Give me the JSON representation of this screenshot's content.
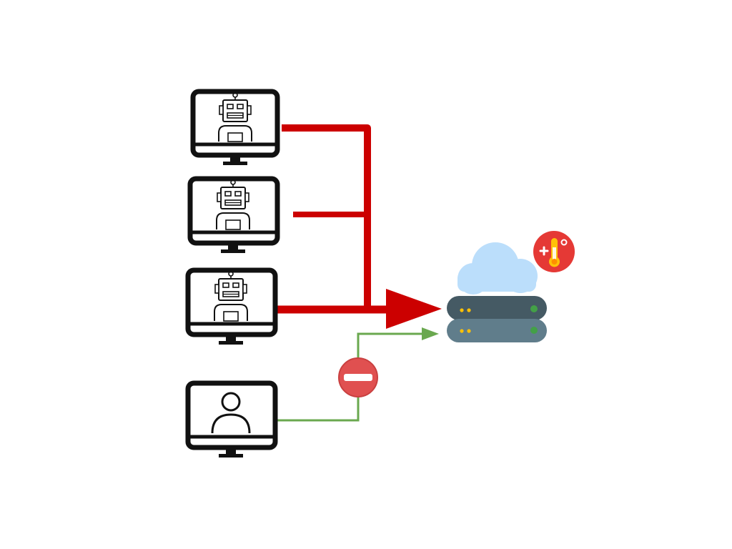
{
  "diagram": {
    "description_nodes": [
      {
        "role": "bot",
        "icon": "robot-icon"
      },
      {
        "role": "bot",
        "icon": "robot-icon"
      },
      {
        "role": "bot",
        "icon": "robot-icon"
      },
      {
        "role": "human",
        "icon": "user-icon"
      }
    ],
    "server": {
      "icon": "server-icon",
      "accent_top": "#455a64",
      "accent_bottom": "#607d8b",
      "led_green": "#43a047",
      "led_yellow": "#ffc107"
    },
    "cloud": {
      "icon": "cloud-icon",
      "color": "#bbdefb"
    },
    "overload_badge": {
      "icon": "thermometer-icon",
      "color": "#e53935"
    },
    "block_badge": {
      "icon": "no-entry-icon",
      "color": "#e05050"
    },
    "colors": {
      "bot_traffic": "#cc0000",
      "human_traffic": "#6aa84f",
      "monitor_stroke": "#111111"
    }
  }
}
